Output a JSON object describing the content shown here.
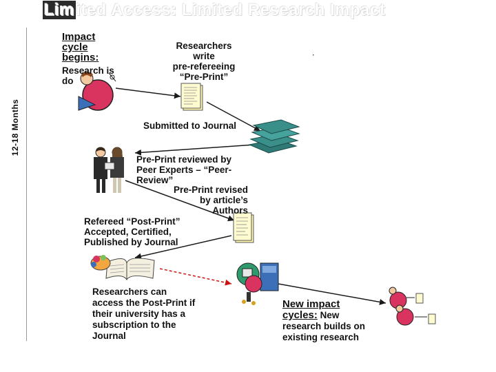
{
  "title": {
    "lead": "Lim",
    "rest": "ited Access: Limited Research Impact"
  },
  "timeline": {
    "label": "12-18 Months"
  },
  "steps": {
    "impact_heading_1": "Impact",
    "impact_heading_2": "cycle",
    "impact_heading_3": "begins:",
    "research_done_1": "Research is",
    "research_done_2": "do",
    "write_1": "Researchers",
    "write_2": "write",
    "write_3": "pre-refereeing",
    "write_4": "“Pre-Print”",
    "submitted": "Submitted to Journal",
    "reviewed_1": "Pre-Print reviewed by",
    "reviewed_2": "Peer Experts – “Peer-",
    "reviewed_3": "Review”",
    "revised_1": "Pre-Print revised",
    "revised_2": "by article’s",
    "revised_3": "Authors",
    "refereed_1": "Refereed “Post-Print”",
    "refereed_2": "Accepted, Certified,",
    "refereed_3": "Published by Journal",
    "access_1": "Researchers can",
    "access_2": "access the Post-Print if",
    "access_3": "their university has a",
    "access_4": "subscription to the",
    "access_5": "Journal",
    "new_cycle_heading_1": "New impact",
    "new_cycle_heading_2": "cycles:",
    "new_cycle_body_1": "New",
    "new_cycle_body_2": "research builds on",
    "new_cycle_body_3": "existing research"
  },
  "colors": {
    "arrow": "#1a1a1a",
    "dashed_arrow": "#cc1111",
    "paper": "#fff7b0",
    "journal": "#3a8f8a",
    "researcher_shirt": "#d8345f"
  }
}
